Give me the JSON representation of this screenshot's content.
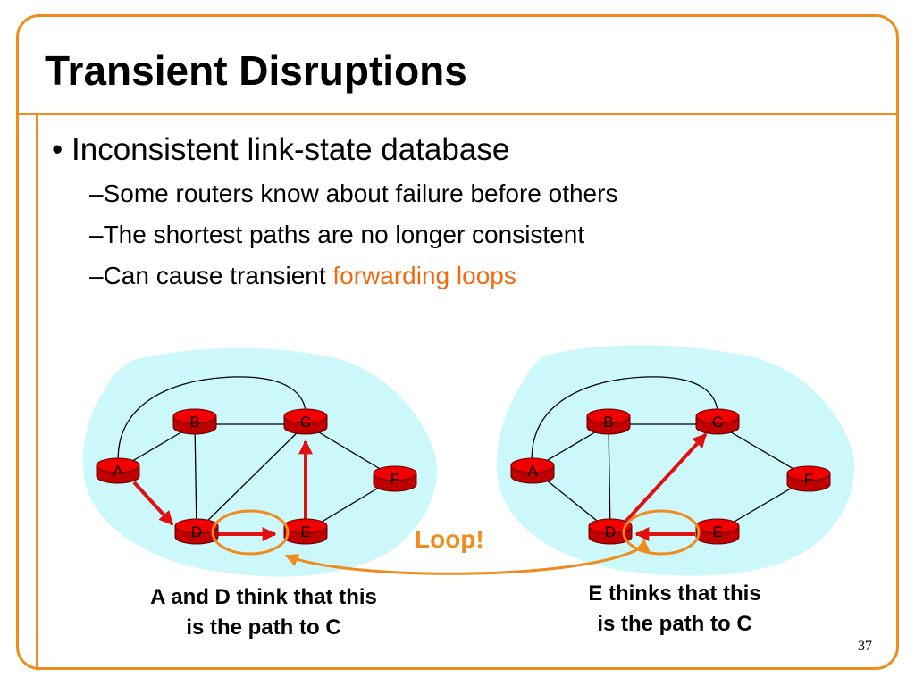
{
  "slide": {
    "title": "Transient Disruptions",
    "bullet": "Inconsistent link-state database",
    "sub_bullets": [
      "Some routers know about failure before others",
      "The shortest paths are no longer consistent"
    ],
    "third_sub_prefix": "Can cause transient ",
    "third_sub_highlight": "forwarding loops",
    "bullet_marker": "•",
    "dash_marker": "–",
    "loop_label": "Loop!",
    "caption_left_line1": "A and D think that this",
    "caption_left_line2": "is the path to C",
    "caption_right_line1": "E thinks that this",
    "caption_right_line2": "is the path to C",
    "page_number": "37"
  },
  "colors": {
    "accent": "#f08c1e",
    "router": "#e00000",
    "cloud": "#ccf8fb",
    "path": "#e01010",
    "highlight_text": "#f06a10"
  },
  "routers": [
    "A",
    "B",
    "C",
    "D",
    "E",
    "F"
  ],
  "networks": [
    {
      "name": "left",
      "red_paths": [
        [
          "A",
          "D"
        ],
        [
          "D",
          "E"
        ],
        [
          "E",
          "C"
        ]
      ]
    },
    {
      "name": "right",
      "red_paths": [
        [
          "E",
          "D"
        ],
        [
          "D",
          "C"
        ]
      ]
    }
  ]
}
